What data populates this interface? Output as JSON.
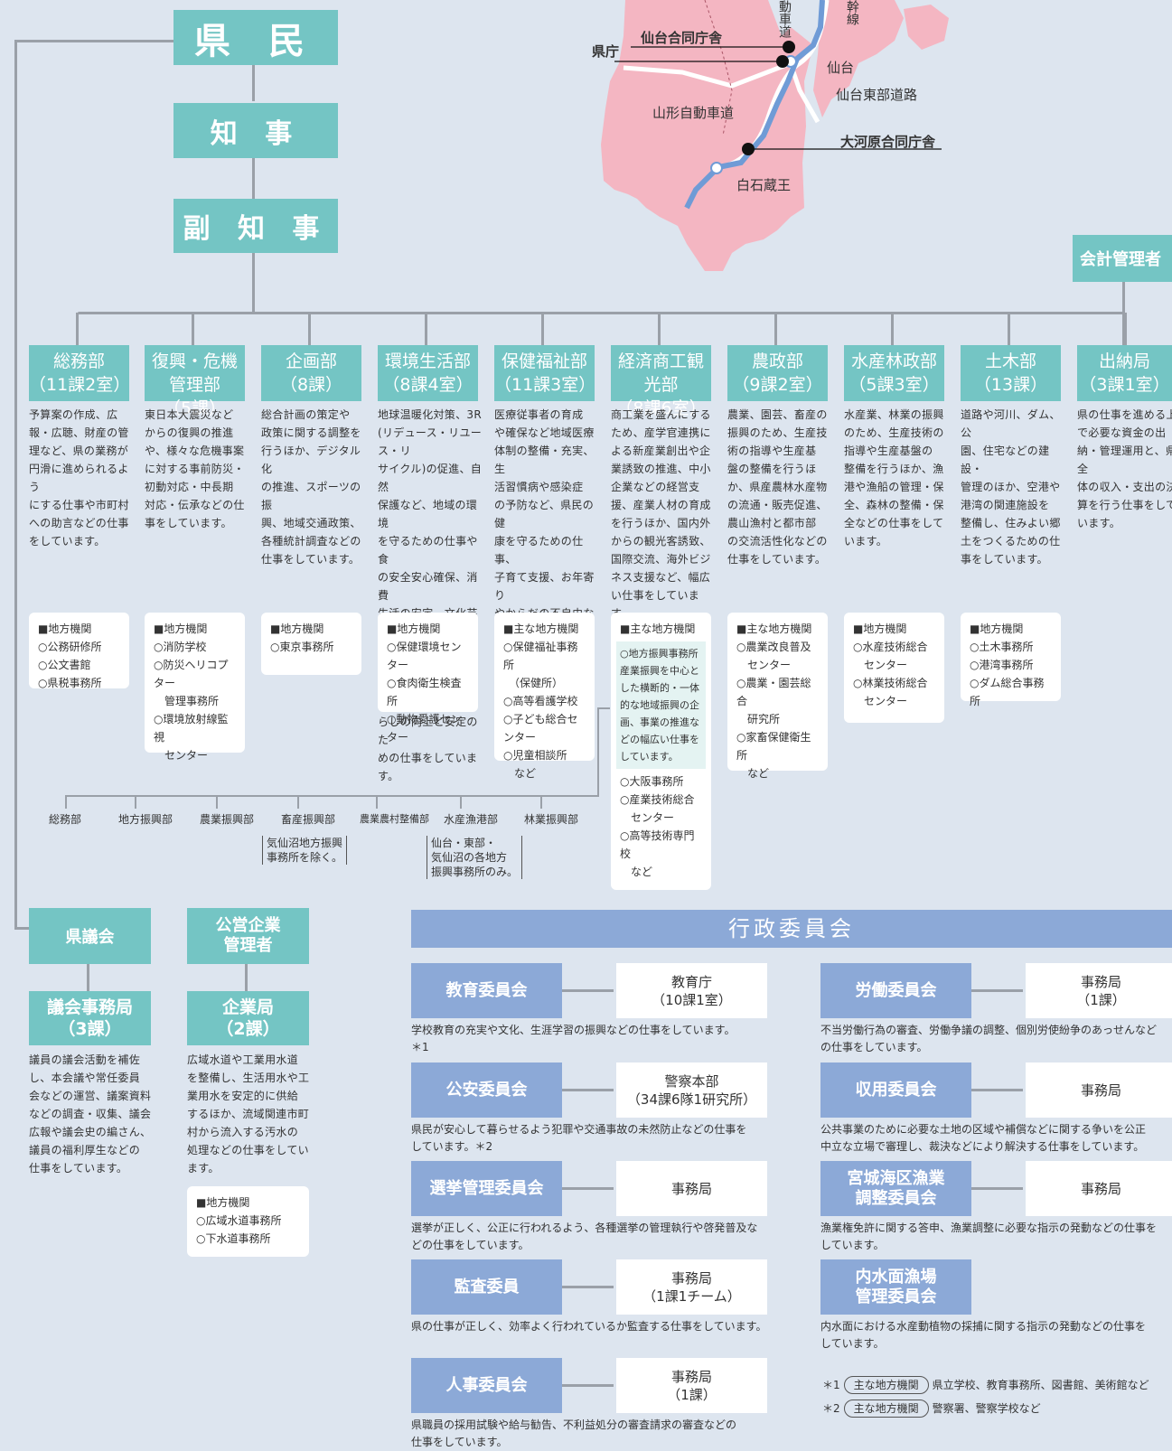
{
  "top": {
    "kenmin": "県 民",
    "chiji": "知 事",
    "fukuchiji": "副 知 事"
  },
  "map": {
    "kencho": "県庁",
    "sendai_godo": "仙台合同庁舎",
    "sendai": "仙台",
    "tobu": "仙台東部道路",
    "yamagata": "山形自動車道",
    "ogawara": "大河原合同庁舎",
    "shiroishi": "白石蔵王",
    "shinkansen": "幹線",
    "doro": "動車道"
  },
  "kaikei": "会計管理者",
  "depts": [
    {
      "name": "総務部\n（11課2室）",
      "desc": "予算案の作成、広\n報・広聴、財産の管\n理など、県の業務が\n円滑に進められるよう\nにする仕事や市町村\nへの助言などの仕事\nをしています。"
    },
    {
      "name": "復興・危機管理部\n（5課）",
      "desc": "東日本大震災など\nからの復興の推進\nや、様々な危機事案\nに対する事前防災・\n初動対応・中長期\n対応・伝承などの仕\n事をしています。"
    },
    {
      "name": "企画部\n（8課）",
      "desc": "総合計画の策定や\n政策に関する調整を\n行うほか、デジタル化\nの推進、スポーツの振\n興、地域交通政策、\n各種統計調査などの\n仕事をしています。"
    },
    {
      "name": "環境生活部\n（8課4室）",
      "desc": "地球温暖化対策、3R\n(リデュース・リユース・リ\nサイクル)の促進、自然\n保護など、地域の環境\nを守るための仕事や食\nの安全安心確保、消費\n生活の安定、文化芸術\nの振興、協働共創社会\nの実現など、県民の暮\nらしの向上と安定のた\nめの仕事をしています。"
    },
    {
      "name": "保健福祉部\n（11課3室）",
      "desc": "医療従事者の育成\nや確保など地域医療\n体制の整備・充実、生\n活習慣病や感染症\nの予防など、県民の健\n康を守るための仕事、\n子育て支援、お年寄り\nやからだの不自由な\n方、暮らしに困ってい\nる方の生活支援など\nの仕事をしています。"
    },
    {
      "name": "経済商工観光部\n（8課6室）",
      "desc": "商工業を盛んにする\nため、産学官連携に\nよる新産業創出や企\n業誘致の推進、中小\n企業などの経営支\n援、産業人材の育成\nを行うほか、国内外\nからの観光客誘致、\n国際交流、海外ビジ\nネス支援など、幅広\nい仕事をしています。"
    },
    {
      "name": "農政部\n（9課2室）",
      "desc": "農業、園芸、畜産の\n振興のため、生産技\n術の指導や生産基\n盤の整備を行うほ\nか、県産農林水産物\nの流通・販売促進、\n農山漁村と都市部\nの交流活性化などの\n仕事をしています。"
    },
    {
      "name": "水産林政部\n（5課3室）",
      "desc": "水産業、林業の振興\nのため、生産技術の\n指導や生産基盤の\n整備を行うほか、漁\n港や漁船の管理・保\n全、森林の整備・保\n全などの仕事をして\nいます。"
    },
    {
      "name": "土木部\n（13課）",
      "desc": "道路や河川、ダム、公\n園、住宅などの建設・\n管理のほか、空港や\n港湾の関連施設を\n整備し、住みよい郷\n土をつくるための仕\n事をしています。"
    },
    {
      "name": "出納局\n（3課1室）",
      "desc": "県の仕事を進める上\nで必要な資金の出\n納・管理運用と、県全\n体の収入・支出の決\n算を行う仕事をして\nいます。"
    }
  ],
  "cards": [
    {
      "head": "■地方機関",
      "items": [
        "○公務研修所",
        "○公文書館",
        "○県税事務所"
      ]
    },
    {
      "head": "■地方機関",
      "items": [
        "○消防学校",
        "○防災ヘリコプター\n　管理事務所",
        "○環境放射線監視\n　センター"
      ]
    },
    {
      "head": "■地方機関",
      "items": [
        "○東京事務所"
      ]
    },
    {
      "head": "■地方機関",
      "items": [
        "○保健環境センター",
        "○食肉衛生検査所",
        "○動物愛護センター"
      ]
    },
    {
      "head": "■主な地方機関",
      "items": [
        "○保健福祉事務所\n　（保健所）",
        "○高等看護学校",
        "○子ども総合センター",
        "○児童相談所\n　など"
      ]
    },
    {
      "head": "■主な地方機関",
      "note": "○地方振興事務所\n産業振興を中心と\nした横断的・一体\n的な地域振興の企\n画、事業の推進な\nどの幅広い仕事を\nしています。",
      "items": [
        "○大阪事務所",
        "○産業技術総合\n　センター",
        "○高等技術専門校\n　など"
      ]
    },
    {
      "head": "■主な地方機関",
      "items": [
        "○農業改良普及\n　センター",
        "○農業・園芸総合\n　研究所",
        "○家畜保健衛生所\n　など"
      ]
    },
    {
      "head": "■地方機関",
      "items": [
        "○水産技術総合\n　センター",
        "○林業技術総合\n　センター"
      ]
    },
    {
      "head": "■地方機関",
      "items": [
        "○土木事務所",
        "○港湾事務所",
        "○ダム総合事務所"
      ]
    }
  ],
  "subdepts": [
    "総務部",
    "地方振興部",
    "農業振興部",
    "畜産振興部",
    "農業農村整備部",
    "水産漁港部",
    "林業振興部"
  ],
  "bracket1": "気仙沼地方振興\n事務所を除く。",
  "bracket2": "仙台・東部・\n気仙沼の各地方\n振興事務所のみ。",
  "gikai": {
    "title": "県議会",
    "office": "議会事務局\n（3課）",
    "desc": "議員の議会活動を補佐\nし、本会議や常任委員\n会などの運営、議案資料\nなどの調査・収集、議会\n広報や議会史の編さん、\n議員の福利厚生などの\n仕事をしています。"
  },
  "koei": {
    "title": "公営企業\n管理者",
    "office": "企業局\n（2課）",
    "desc": "広域水道や工業用水道\nを整備し、生活用水や工\n業用水を安定的に供給\nするほか、流域関連市町\n村から流入する汚水の\n処理などの仕事をしてい\nます。",
    "card": {
      "head": "■地方機関",
      "items": [
        "○広域水道事務所",
        "○下水道事務所"
      ]
    }
  },
  "iinkai": {
    "title": "行政委員会",
    "left": [
      {
        "name": "教育委員会",
        "office": "教育庁\n（10課1室）",
        "desc": "学校教育の充実や文化、生涯学習の振興などの仕事をしています。\n＊1"
      },
      {
        "name": "公安委員会",
        "office": "警察本部\n（34課6隊1研究所）",
        "desc": "県民が安心して暮らせるよう犯罪や交通事故の未然防止などの仕事を\nしています。＊2"
      },
      {
        "name": "選挙管理委員会",
        "office": "事務局",
        "desc": "選挙が正しく、公正に行われるよう、各種選挙の管理執行や啓発普及な\nどの仕事をしています。"
      },
      {
        "name": "監査委員",
        "office": "事務局\n（1課1チーム）",
        "desc": "県の仕事が正しく、効率よく行われているか監査する仕事をしています。"
      },
      {
        "name": "人事委員会",
        "office": "事務局\n（1課）",
        "desc": "県職員の採用試験や給与勧告、不利益処分の審査請求の審査などの\n仕事をしています。"
      }
    ],
    "right": [
      {
        "name": "労働委員会",
        "office": "事務局\n（1課）",
        "desc": "不当労働行為の審査、労働争議の調整、個別労使紛争のあっせんなど\nの仕事をしています。"
      },
      {
        "name": "収用委員会",
        "office": "事務局",
        "desc": "公共事業のために必要な土地の区域や補償などに関する争いを公正\n中立な立場で審理し、裁決などにより解決する仕事をしています。"
      },
      {
        "name": "宮城海区漁業\n調整委員会",
        "office": "事務局",
        "desc": "漁業権免許に関する答申、漁業調整に必要な指示の発動などの仕事を\nしています。"
      },
      {
        "name": "内水面漁場\n管理委員会",
        "office": "",
        "desc": "内水面における水産動植物の採捕に関する指示の発動などの仕事を\nしています。"
      }
    ]
  },
  "notes": [
    {
      "mark": "＊1",
      "pill": "主な地方機関",
      "text": "県立学校、教育事務所、図書館、美術館など"
    },
    {
      "mark": "＊2",
      "pill": "主な地方機関",
      "text": "警察署、警察学校など"
    }
  ],
  "colors": {
    "teal": "#74c5c4",
    "blue": "#8ca9d7",
    "map_pink": "#f4b6c2",
    "background": "#dde5ef"
  }
}
